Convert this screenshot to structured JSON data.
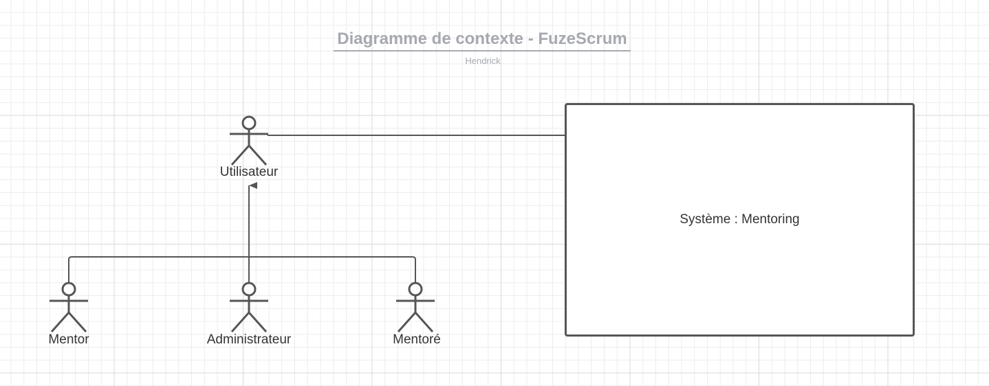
{
  "diagram": {
    "title": "Diagramme de contexte - FuzeScrum",
    "subtitle": "Hendrick",
    "actors": {
      "utilisateur": "Utilisateur",
      "mentor": "Mentor",
      "administrateur": "Administrateur",
      "mentore": "Mentoré"
    },
    "system": "Système : Mentoring",
    "colors": {
      "stroke": "#555555",
      "text": "#333333",
      "title": "#a6a9b0",
      "grid": "#d9d9d9"
    }
  }
}
